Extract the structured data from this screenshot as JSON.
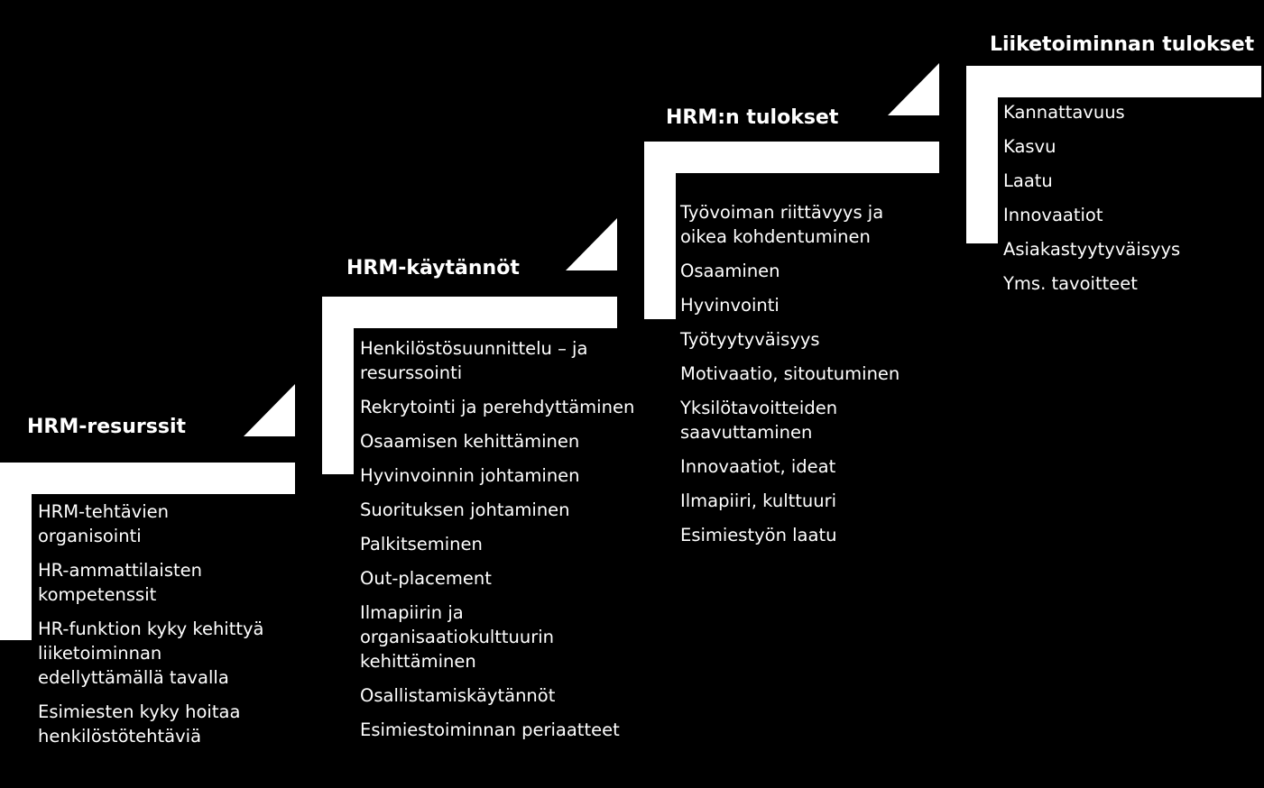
{
  "colors": {
    "background": "#000000",
    "shape": "#ffffff",
    "text": "#ffffff"
  },
  "steps": [
    {
      "heading": "HRM-resurssit",
      "items": [
        "HRM-tehtävien\norganisointi",
        "HR-ammattilaisten\nkompetenssit",
        "HR-funktion kyky kehittyä\nliiketoiminnan\nedellyttämällä tavalla",
        "Esimiesten kyky hoitaa\nhenkilöstötehtäviä"
      ]
    },
    {
      "heading": "HRM-käytännöt",
      "items": [
        "Henkilöstösuunnittelu – ja\nresurssointi",
        "Rekrytointi ja perehdyttäminen",
        "Osaamisen  kehittäminen",
        "Hyvinvoinnin johtaminen",
        "Suorituksen johtaminen",
        "Palkitseminen",
        "Out-placement",
        "Ilmapiirin ja\norganisaatiokulttuurin\nkehittäminen",
        "Osallistamiskäytännöt",
        "Esimiestoiminnan periaatteet"
      ]
    },
    {
      "heading": "HRM:n tulokset",
      "items": [
        "Työvoiman riittävyys ja\noikea kohdentuminen",
        "Osaaminen",
        "Hyvinvointi",
        "Työtyytyväisyys",
        "Motivaatio, sitoutuminen",
        "Yksilötavoitteiden\nsaavuttaminen",
        "Innovaatiot, ideat",
        "Ilmapiiri, kulttuuri",
        "Esimiestyön laatu"
      ]
    },
    {
      "heading": "Liiketoiminnan tulokset",
      "items": [
        "Kannattavuus",
        "Kasvu",
        "Laatu",
        "Innovaatiot",
        "Asiakastyytyväisyys",
        "Yms. tavoitteet"
      ]
    }
  ]
}
